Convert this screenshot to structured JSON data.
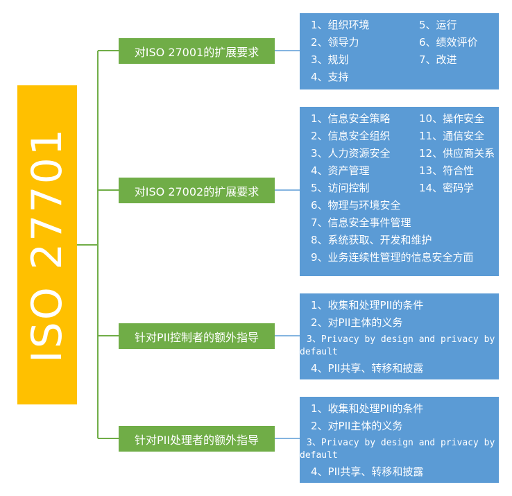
{
  "root": {
    "label": "ISO 27701"
  },
  "branches": [
    {
      "label": "对ISO 27001的扩展要求"
    },
    {
      "label": "对ISO 27002的扩展要求"
    },
    {
      "label": "针对PII控制者的额外指导"
    },
    {
      "label": "针对PII处理者的额外指导"
    }
  ],
  "details": [
    {
      "col1": [
        "1、组织环境",
        "2、领导力",
        "3、规划",
        "4、支持"
      ],
      "col2": [
        "5、运行",
        "6、绩效评价",
        "7、改进"
      ]
    },
    {
      "col1": [
        "1、信息安全策略",
        "2、信息安全组织",
        "3、人力资源安全",
        "4、资产管理",
        "5、访问控制",
        "6、物理与环境安全",
        "7、信息安全事件管理",
        "8、系统获取、开发和维护",
        "9、业务连续性管理的信息安全方面"
      ],
      "col2": [
        "10、操作安全",
        "11、通信安全",
        "12、供应商关系",
        "13、符合性",
        "14、密码学"
      ]
    },
    {
      "items": [
        "1、收集和处理PII的条件",
        "2、对PII主体的义务",
        "3、Privacy by design and privacy by default",
        "4、PII共享、转移和披露"
      ]
    },
    {
      "items": [
        "1、收集和处理PII的条件",
        "2、对PII主体的义务",
        "3、Privacy by design and privacy by default",
        "4、PII共享、转移和披露"
      ]
    }
  ],
  "colors": {
    "root": "#ffc000",
    "branch": "#70ad47",
    "detail": "#5b9bd5",
    "connector": "#70ad47"
  }
}
